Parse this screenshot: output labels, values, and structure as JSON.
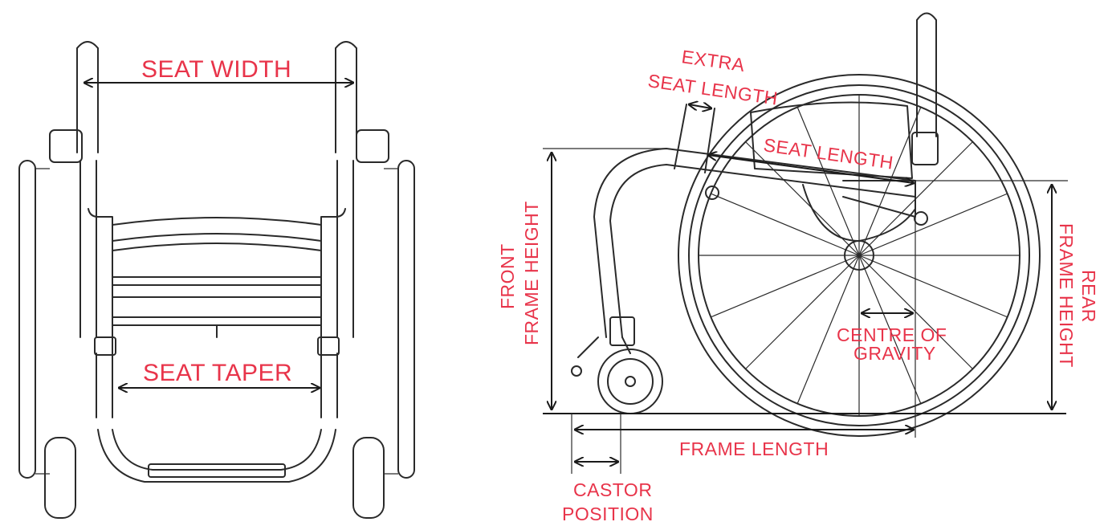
{
  "labels": {
    "seat_width": "SEAT WIDTH",
    "seat_taper": "SEAT TAPER",
    "extra_seat_length_1": "EXTRA",
    "extra_seat_length_2": "SEAT LENGTH",
    "seat_length": "SEAT LENGTH",
    "front_frame_height_1": "FRONT",
    "front_frame_height_2": "FRAME HEIGHT",
    "rear_frame_height_1": "REAR",
    "rear_frame_height_2": "FRAME HEIGHT",
    "centre_of_gravity_1": "CENTRE OF",
    "centre_of_gravity_2": "GRAVITY",
    "frame_length": "FRAME LENGTH",
    "castor_position_1": "CASTOR",
    "castor_position_2": "POSITION"
  },
  "colors": {
    "label": "#e8344a",
    "line": "#2a2a2a"
  }
}
